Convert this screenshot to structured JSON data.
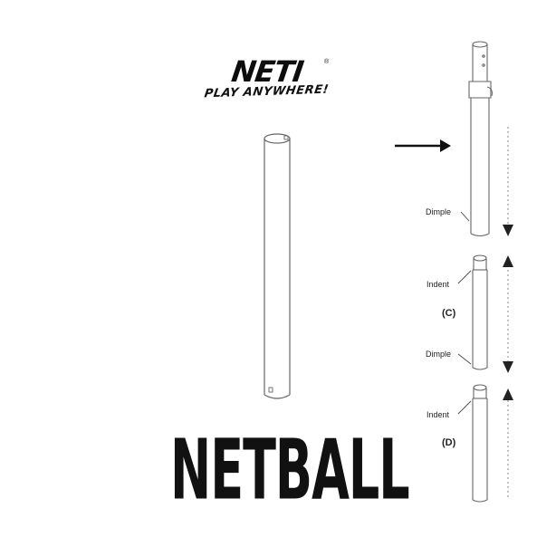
{
  "logo": {
    "brand": "NETI",
    "registered": "®",
    "tagline": "PLAY ANYWHERE!"
  },
  "product": {
    "title": "NETBALL"
  },
  "diagram": {
    "labels": {
      "dimple_top": "Dimple",
      "indent_c": "Indent",
      "section_c": "(C)",
      "dimple_c": "Dimple",
      "indent_d": "Indent",
      "section_d": "(D)"
    }
  },
  "icons": {
    "arrow": "right-arrow-icon",
    "down_arrow": "down-arrow-icon",
    "up_arrow": "up-arrow-icon"
  },
  "colors": {
    "ink": "#111111",
    "line": "#555555",
    "background": "#ffffff"
  }
}
